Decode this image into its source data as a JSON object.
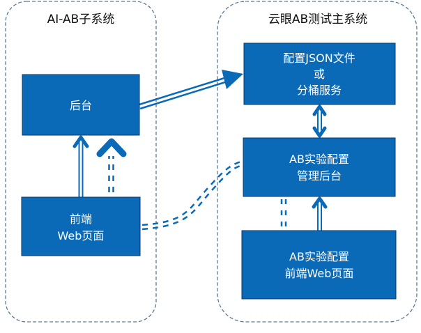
{
  "colors": {
    "box_fill": "#0a6ab8",
    "box_text": "#ffffff",
    "arrow": "#0a6ab8",
    "container_border": "#5a7b96",
    "title_text": "#111111"
  },
  "containers": [
    {
      "id": "ai-ab-subsystem",
      "title": "AI-AB子系统"
    },
    {
      "id": "yunyan-ab-main-system",
      "title": "云眼AB测试主系统"
    }
  ],
  "boxes": {
    "backend": {
      "lines": [
        "后台"
      ]
    },
    "frontend": {
      "lines": [
        "前端",
        "Web页面"
      ]
    },
    "config_service": {
      "lines": [
        "配置JSON文件",
        "或",
        "分桶服务"
      ]
    },
    "ab_admin_backend": {
      "lines": [
        "AB实验配置",
        "管理后台"
      ]
    },
    "ab_admin_frontend": {
      "lines": [
        "AB实验配置",
        "前端Web页面"
      ]
    }
  },
  "connections": [
    {
      "from": "frontend",
      "to": "backend",
      "style": "double-solid",
      "direction": "one-way"
    },
    {
      "from": "frontend",
      "to": "backend",
      "style": "double-dashed",
      "direction": "one-way"
    },
    {
      "from": "backend",
      "to": "config_service",
      "style": "double-solid",
      "direction": "one-way"
    },
    {
      "from": "config_service",
      "to": "ab_admin_backend",
      "style": "double-solid",
      "direction": "two-way"
    },
    {
      "from": "frontend",
      "to": "ab_admin_backend",
      "style": "double-dashed",
      "direction": "none"
    },
    {
      "from": "ab_admin_frontend",
      "to": "ab_admin_backend",
      "style": "double-solid",
      "direction": "one-way"
    },
    {
      "from": "ab_admin_frontend",
      "to": "ab_admin_backend",
      "style": "double-dashed",
      "direction": "none"
    }
  ]
}
